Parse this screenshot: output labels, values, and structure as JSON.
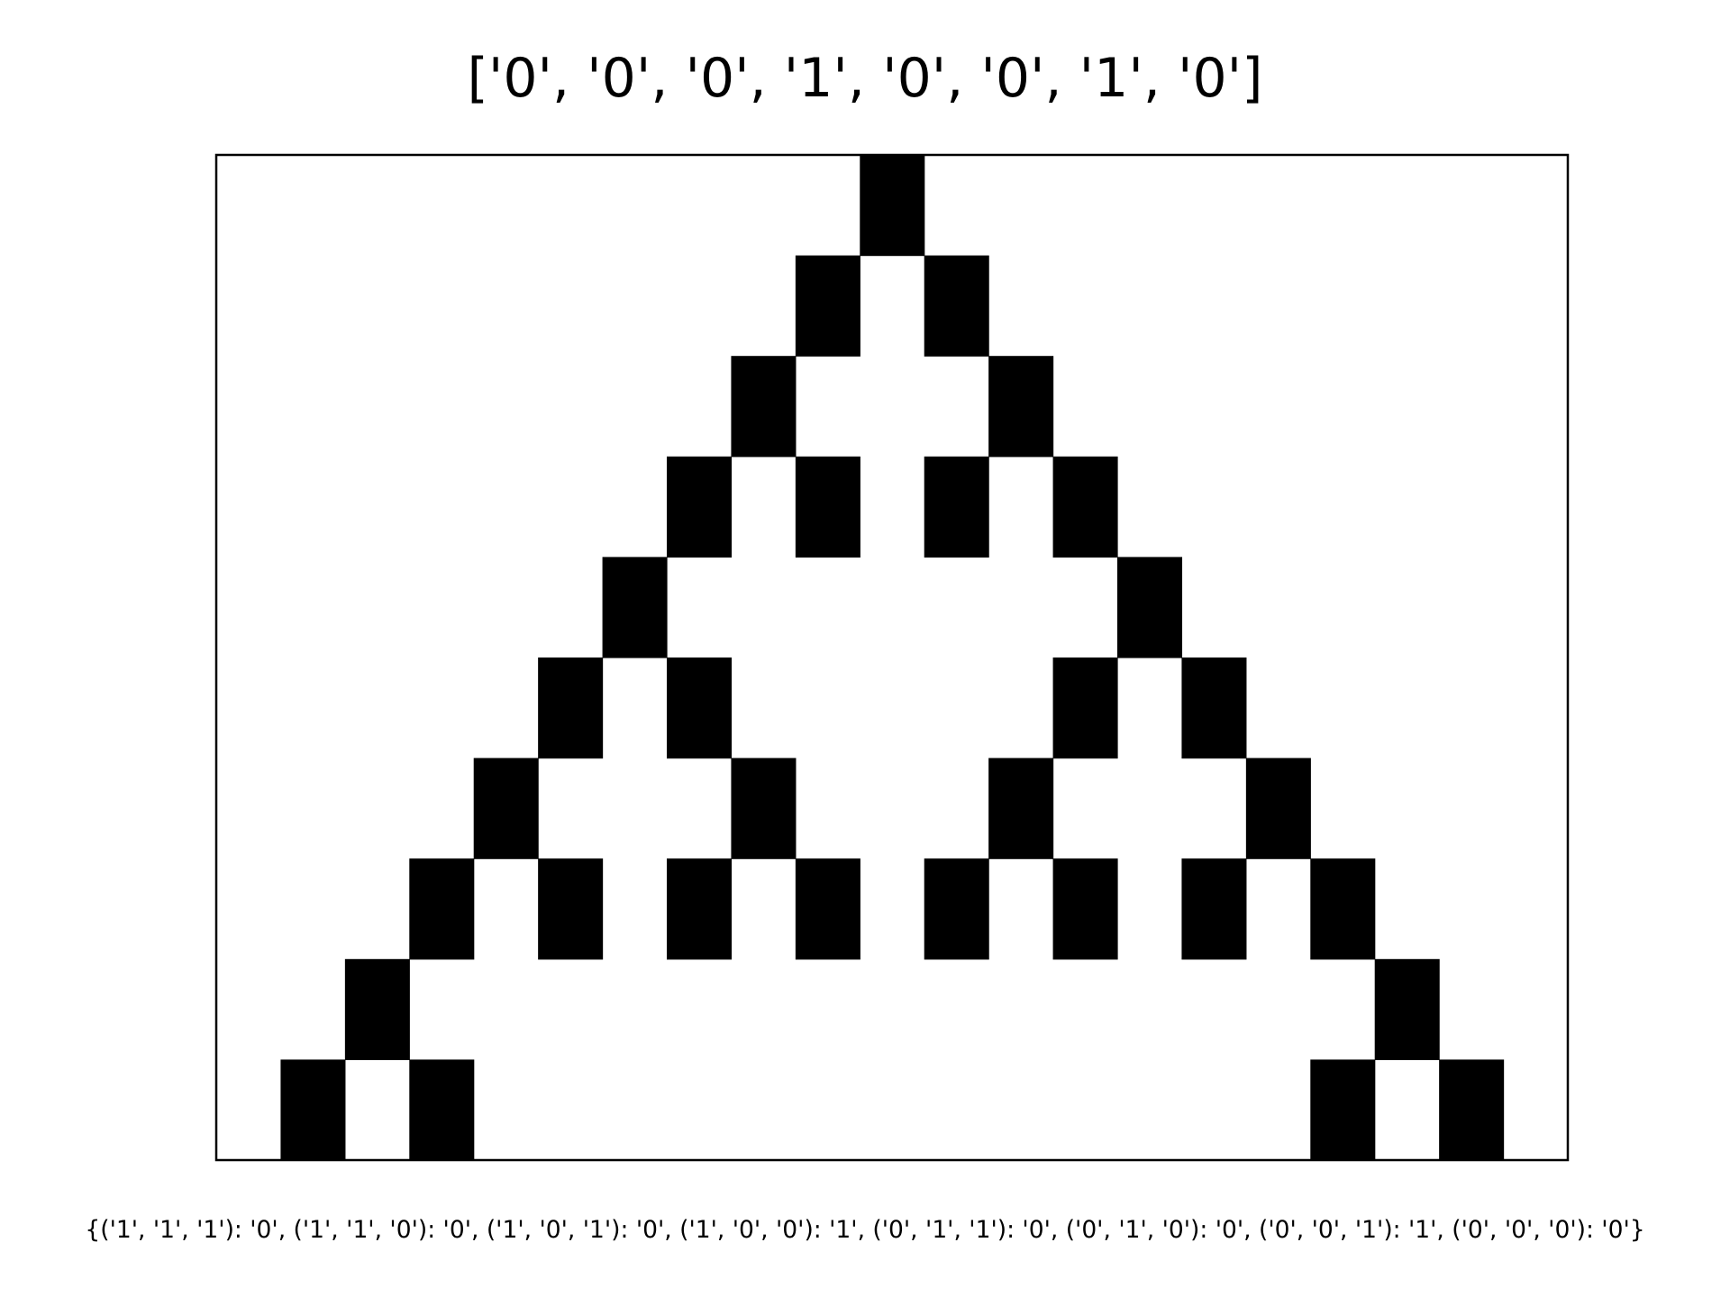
{
  "chart_data": {
    "type": "heatmap",
    "title": "['0', '0', '0', '1', '0', '0', '1', '0']",
    "caption": "{('1', '1', '1'): '0', ('1', '1', '0'): '0', ('1', '0', '1'): '0', ('1', '0', '0'): '1', ('0', '1', '1'): '0', ('0', '1', '0'): '0', ('0', '0', '1'): '1', ('0', '0', '0'): '0'}",
    "colors": {
      "on": "#000000",
      "off": "#ffffff",
      "frame": "#000000"
    },
    "grid": false,
    "axis_ticks": false,
    "grid_rows": [
      "000000000010000000000",
      "000000000101000000000",
      "000000001000100000000",
      "000000010101010000000",
      "000000100000001000000",
      "000001010000010100000",
      "000010001000100010000",
      "000101010101010101000",
      "001000000000000000100",
      "010100000000000001010"
    ]
  }
}
